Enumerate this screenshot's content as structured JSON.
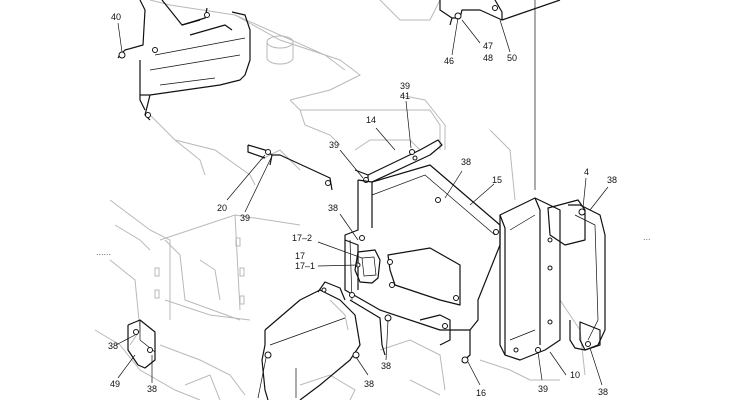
{
  "callouts": [
    {
      "id": "40",
      "text": "40"
    },
    {
      "id": "46",
      "text": "46"
    },
    {
      "id": "47",
      "text": "47"
    },
    {
      "id": "48",
      "text": "48"
    },
    {
      "id": "50",
      "text": "50"
    },
    {
      "id": "39a",
      "text": "39"
    },
    {
      "id": "41",
      "text": "41"
    },
    {
      "id": "14",
      "text": "14"
    },
    {
      "id": "39b",
      "text": "39"
    },
    {
      "id": "38a",
      "text": "38"
    },
    {
      "id": "15",
      "text": "15"
    },
    {
      "id": "4",
      "text": "4"
    },
    {
      "id": "38b",
      "text": "38"
    },
    {
      "id": "20",
      "text": "20"
    },
    {
      "id": "39c",
      "text": "39"
    },
    {
      "id": "38c",
      "text": "38"
    },
    {
      "id": "17-2",
      "text": "17–2"
    },
    {
      "id": "17",
      "text": "17"
    },
    {
      "id": "17-1",
      "text": "17–1"
    },
    {
      "id": "38d",
      "text": "38"
    },
    {
      "id": "49",
      "text": "49"
    },
    {
      "id": "38e",
      "text": "38"
    },
    {
      "id": "38f",
      "text": "38"
    },
    {
      "id": "38g",
      "text": "38"
    },
    {
      "id": "16",
      "text": "16"
    },
    {
      "id": "39d",
      "text": "39"
    },
    {
      "id": "10",
      "text": "10"
    },
    {
      "id": "38h",
      "text": "38"
    }
  ],
  "continuation_marks": {
    "left": "......",
    "right": "..."
  }
}
